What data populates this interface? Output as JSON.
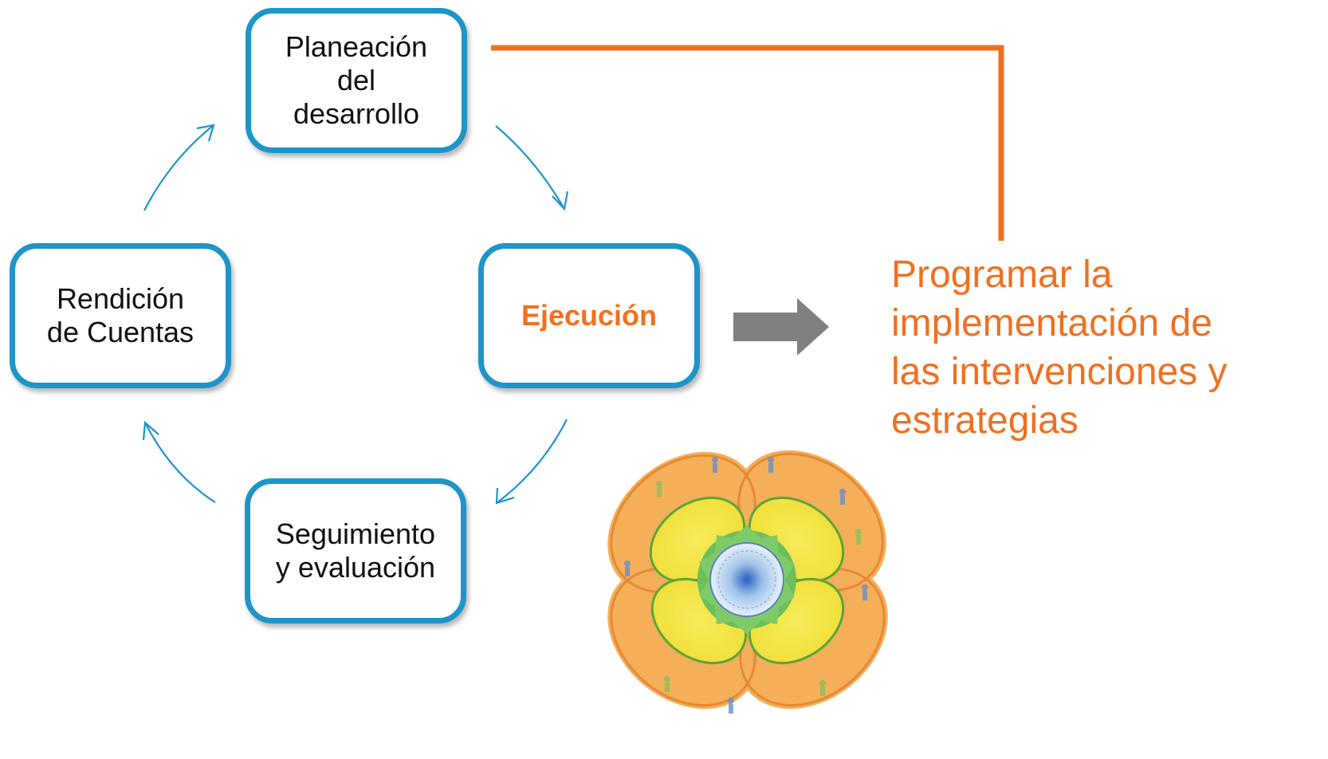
{
  "cycle": {
    "planning": "Planeación\ndel\ndesarrollo",
    "execution": "Ejecución",
    "monitoring": "Seguimiento\ny evaluación",
    "accountability": "Rendición\nde Cuentas"
  },
  "callout": {
    "text": "Programar la\nimplementación de\nlas intervenciones y\nestrategias"
  },
  "colors": {
    "box_border": "#1d95c8",
    "cycle_arrows": "#1d95c8",
    "accent": "#f07020",
    "block_arrow": "#808080"
  },
  "icons": {
    "illustration": "watercolor-flower-with-globe-and-people"
  }
}
